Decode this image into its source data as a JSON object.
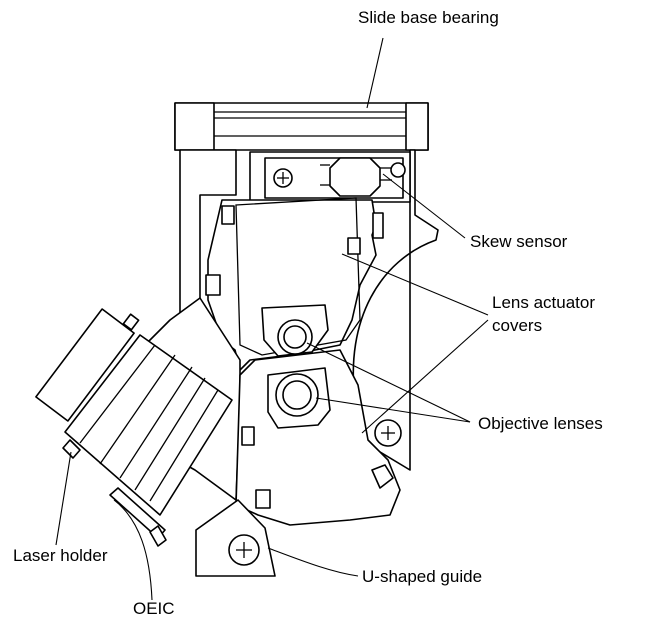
{
  "labels": {
    "slide_base_bearing": "Slide base bearing",
    "skew_sensor": "Skew sensor",
    "lens_actuator_covers_line1": "Lens actuator",
    "lens_actuator_covers_line2": "covers",
    "objective_lenses": "Objective lenses",
    "laser_holder": "Laser holder",
    "u_shaped_guide": "U-shaped guide",
    "oeic": "OEIC"
  }
}
